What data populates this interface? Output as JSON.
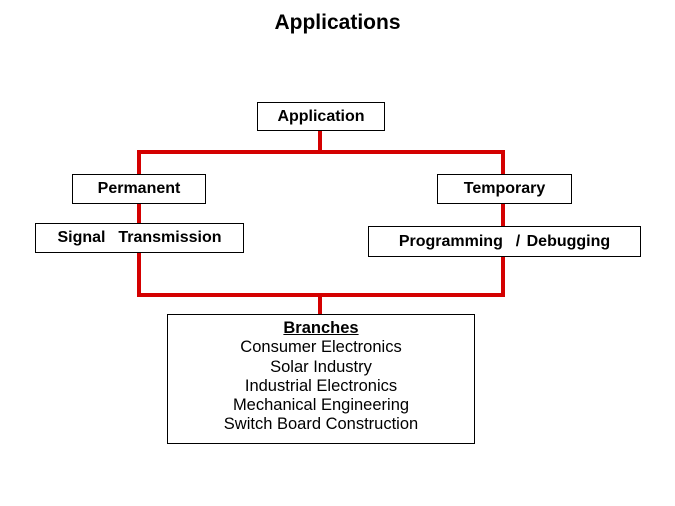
{
  "title": "Applications",
  "colors": {
    "connector": "#d40000",
    "border": "#000000",
    "text": "#000000",
    "background": "#ffffff"
  },
  "nodes": {
    "application": "Application",
    "permanent": "Permanent",
    "temporary": "Temporary",
    "signal_transmission": "Signal  Transmission",
    "programming_debugging": "Programming  / Debugging"
  },
  "branches": {
    "heading": "Branches",
    "items": [
      "Consumer Electronics",
      "Solar Industry",
      "Industrial Electronics",
      "Mechanical Engineering",
      "Switch Board Construction"
    ]
  }
}
